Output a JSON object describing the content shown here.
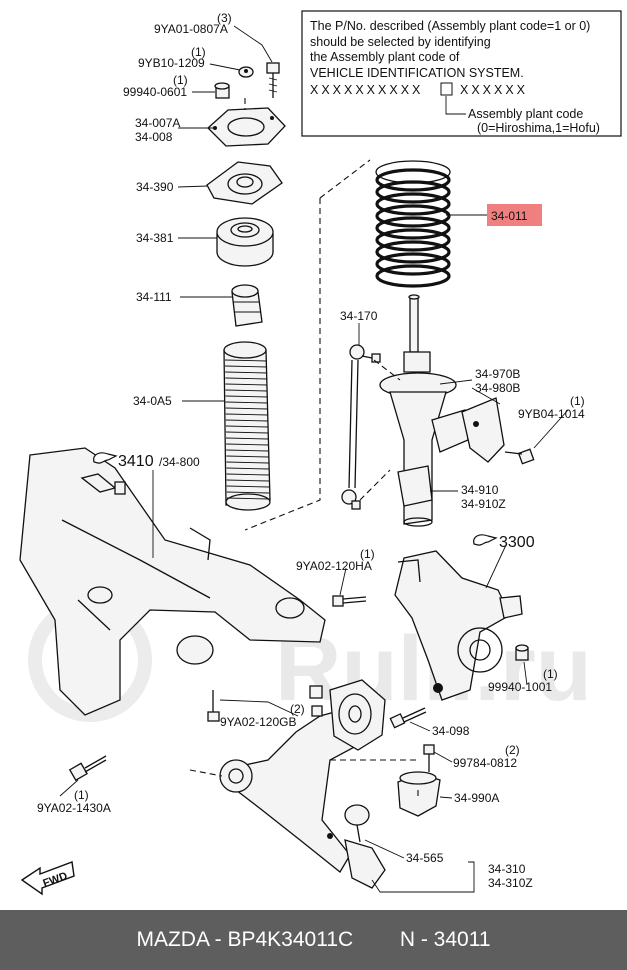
{
  "note": {
    "line1": "The P/No. described (Assembly plant code=1 or 0)",
    "line2": "should be selected by identifying",
    "line3": "the Assembly plant code of",
    "line4": "VEHICLE IDENTIFICATION SYSTEM.",
    "vin_left": "XXXXXXXXXX",
    "vin_right": "XXXXXX",
    "plant_label": "Assembly plant code",
    "plant_values": "(0=Hiroshima,1=Hofu)"
  },
  "labels": {
    "l_9ya01_qty": "(3)",
    "l_9ya01": "9YA01-0807A",
    "l_9yb10_qty": "(1)",
    "l_9yb10": "9YB10-1209",
    "l_99940_0601_qty": "(1)",
    "l_99940_0601": "99940-0601",
    "l_34_007a": "34-007A",
    "l_34_008": "34-008",
    "l_34_390": "34-390",
    "l_34_381": "34-381",
    "l_34_111": "34-111",
    "l_34_0a5": "34-0A5",
    "l_34_011": "34-011",
    "l_34_170": "34-170",
    "l_34_970b": "34-970B",
    "l_34_980b": "34-980B",
    "l_9yb04_qty": "(1)",
    "l_9yb04": "9YB04-1014",
    "l_3410_ref": "3410",
    "l_3410_suffix": "/34-800",
    "l_34_910": "34-910",
    "l_34_910z": "34-910Z",
    "l_3300_ref": "3300",
    "l_9ya02_120ha_qty": "(1)",
    "l_9ya02_120ha": "9YA02-120HA",
    "l_99940_1001_qty": "(1)",
    "l_99940_1001": "99940-1001",
    "l_9ya02_120gb_qty": "(2)",
    "l_9ya02_120gb": "9YA02-120GB",
    "l_34_098": "34-098",
    "l_99784_qty": "(2)",
    "l_99784": "99784-0812",
    "l_34_990a": "34-990A",
    "l_9ya02_1430a_qty": "(1)",
    "l_9ya02_1430a": "9YA02-1430A",
    "l_34_565": "34-565",
    "l_34_310": "34-310",
    "l_34_310z": "34-310Z",
    "fwd": "FWD"
  },
  "watermark": "Rulli.ru",
  "footer": {
    "part_info": "MAZDA - BP4K34011C",
    "ref_info": "N - 34011"
  },
  "colors": {
    "highlight": "#f08080",
    "footer_bg": "#5e5e5e",
    "ink": "#111111"
  }
}
